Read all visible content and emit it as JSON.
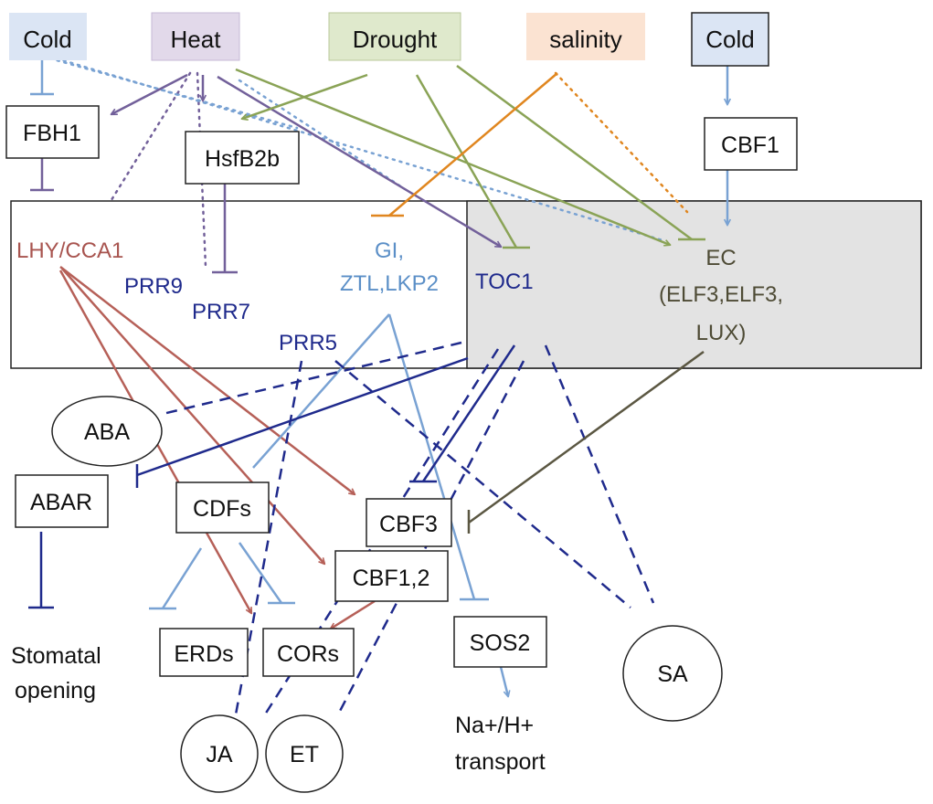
{
  "colors": {
    "cold": "#dbe5f4",
    "heat": "#e2d9ea",
    "drought": "#dfe9cc",
    "salinity": "#fbe3d2",
    "lhy": "#a8544f",
    "gi": "#5b8fc7",
    "navy": "#1f2a8c",
    "ec_text": "#4e4b35",
    "purple": "#72609a",
    "green": "#8aa356",
    "orange": "#e0861f",
    "red": "#b66058",
    "blue": "#79a2d3",
    "olive": "#5b5742",
    "gray_box": "#e3e3e3"
  },
  "stress": {
    "cold_left": "Cold",
    "heat": "Heat",
    "drought": "Drought",
    "salinity": "salinity",
    "cold_right": "Cold"
  },
  "regulators": {
    "fbh1": "FBH1",
    "hsfb2b": "HsfB2b",
    "cbf1_top": "CBF1"
  },
  "clock": {
    "lhy_cca1": "LHY/CCA1",
    "prr9": "PRR9",
    "prr7": "PRR7",
    "prr5": "PRR5",
    "gi_line1": "GI,",
    "gi_line2": "ZTL,LKP2",
    "toc1": "TOC1",
    "ec_line1": "EC",
    "ec_line2": "(ELF3,ELF3,",
    "ec_line3": "LUX)"
  },
  "outputs": {
    "aba": "ABA",
    "abar": "ABAR",
    "stomatal_line1": "Stomatal",
    "stomatal_line2": "opening",
    "cdfs": "CDFs",
    "cbf3": "CBF3",
    "cbf12": "CBF1,2",
    "erds": "ERDs",
    "cors": "CORs",
    "sos2": "SOS2",
    "nah_line1": "Na+/H+",
    "nah_line2": "transport",
    "ja": "JA",
    "et": "ET",
    "sa": "SA"
  }
}
